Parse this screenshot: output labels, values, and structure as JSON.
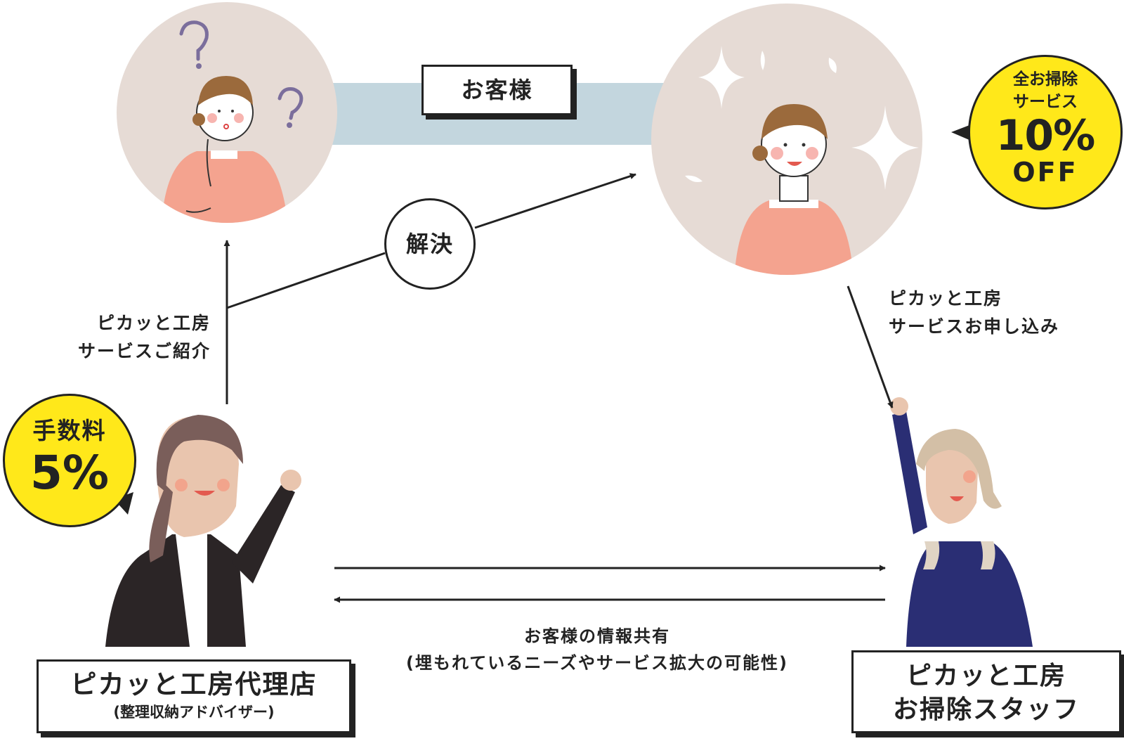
{
  "customer_label": "お客様",
  "resolve_label": "解決",
  "discount_badge": {
    "line1": "全お掃除",
    "line2": "サービス",
    "line3": "10%",
    "line4": "OFF"
  },
  "fee_badge": {
    "line1": "手数料",
    "line2": "5%"
  },
  "intro_note": {
    "line1": "ピカッと工房",
    "line2": "サービスご紹介"
  },
  "apply_note": {
    "line1": "ピカッと工房",
    "line2": "サービスお申し込み"
  },
  "share_note": {
    "line1": "お客様の情報共有",
    "line2": "(埋もれているニーズやサービス拡大の可能性)"
  },
  "agency_box": {
    "title": "ピカッと工房代理店",
    "subtitle": "(整理収納アドバイザー)"
  },
  "staff_box": {
    "line1": "ピカッと工房",
    "line2": "お掃除スタッフ"
  },
  "colors": {
    "circle_bg": "#e6dbd5",
    "band": "#c3d6de",
    "badge_yellow": "#ffe81a",
    "sweater": "#f4a38f",
    "hair": "#9b6a3c",
    "suit": "#2b2526",
    "staff_uniform": "#2a2e74",
    "question_mark": "#7b6e9c"
  },
  "icons": [
    "question-mark-icon",
    "sparkle-icon",
    "arrow-icon"
  ]
}
